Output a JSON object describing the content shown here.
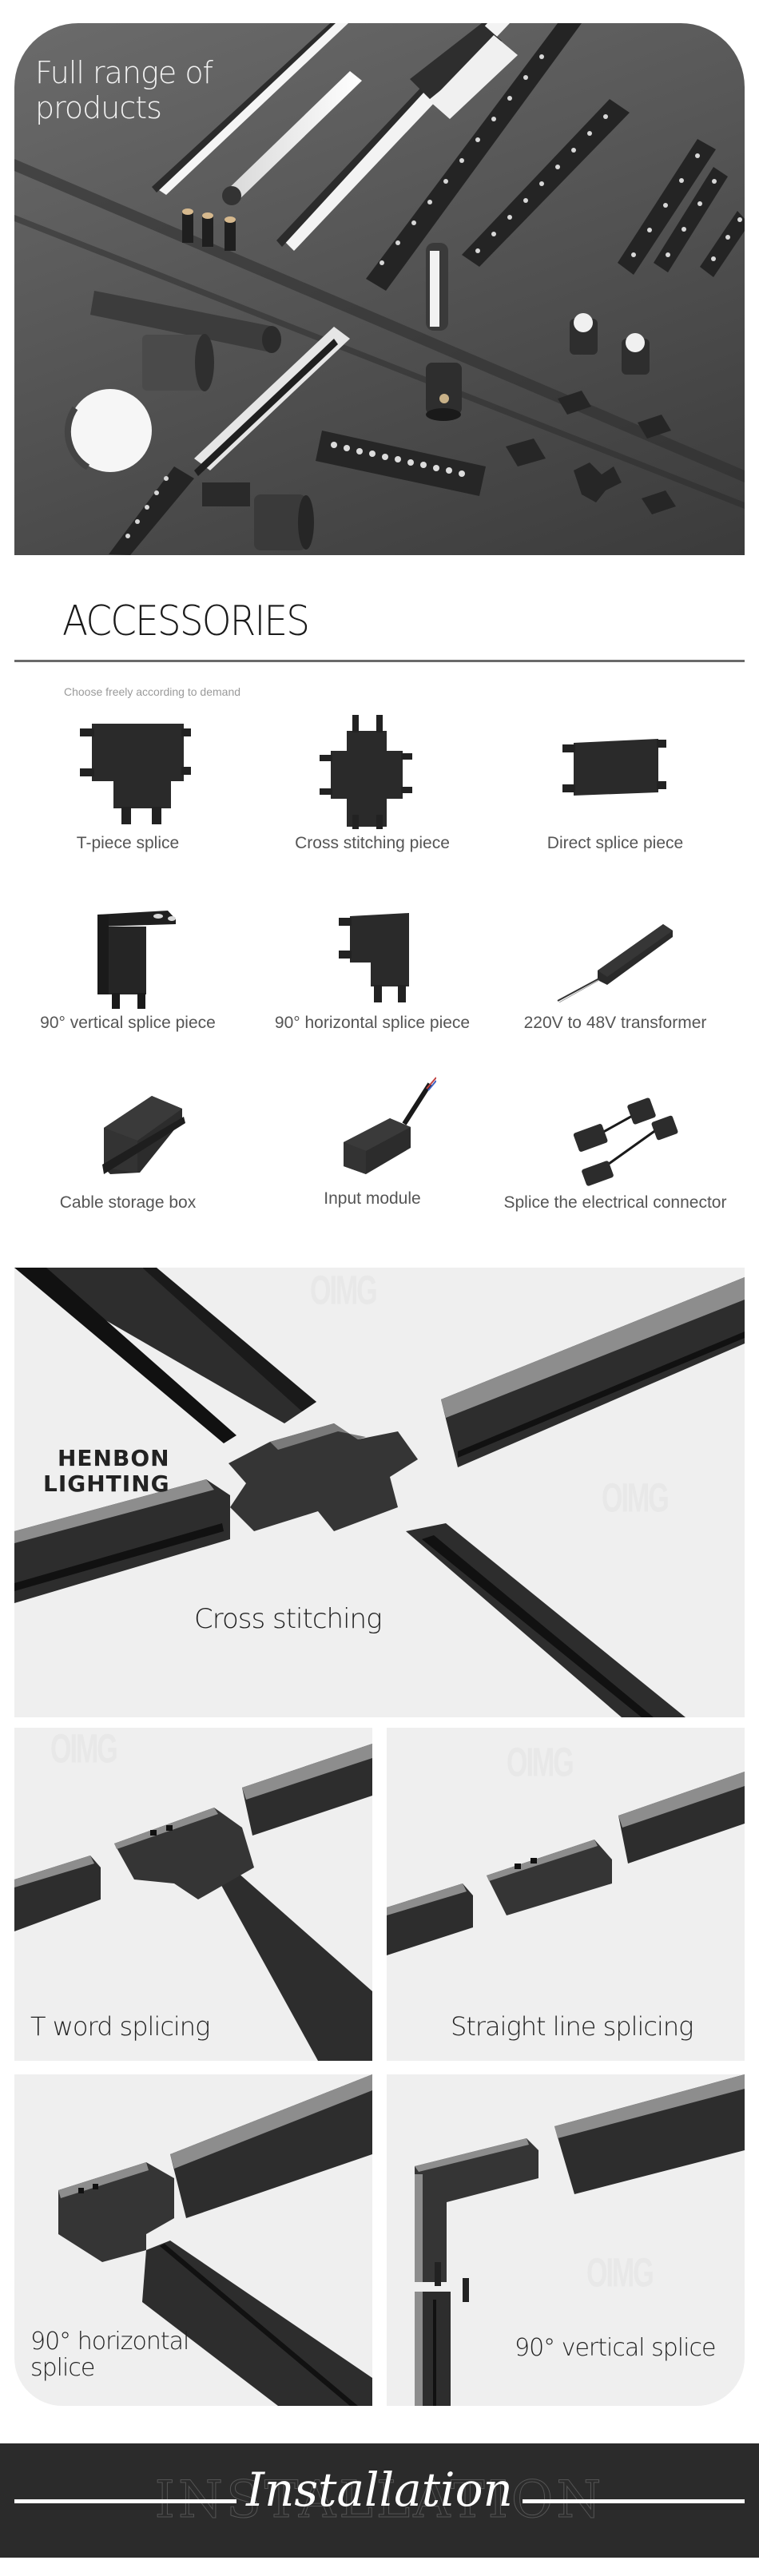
{
  "hero": {
    "title_line1": "Full range of",
    "title_line2": "products",
    "background_color": "#585858"
  },
  "accessories": {
    "title": "ACCESSORIES",
    "subtitle": "Choose freely according to demand",
    "items": [
      {
        "label": "T-piece splice",
        "icon": "t-piece-splice-icon"
      },
      {
        "label": "Cross stitching piece",
        "icon": "cross-stitching-piece-icon"
      },
      {
        "label": "Direct splice piece",
        "icon": "direct-splice-piece-icon"
      },
      {
        "label": "90° vertical splice piece",
        "icon": "vertical-splice-piece-icon"
      },
      {
        "label": "90° horizontal splice piece",
        "icon": "horizontal-splice-piece-icon"
      },
      {
        "label": "220V to 48V transformer",
        "icon": "transformer-icon"
      },
      {
        "label": "Cable storage box",
        "icon": "cable-storage-box-icon"
      },
      {
        "label": "Input module",
        "icon": "input-module-icon"
      },
      {
        "label": "Splice the electrical connector",
        "icon": "electrical-connector-icon"
      }
    ]
  },
  "cross_panel": {
    "brand_line1": "HENBON",
    "brand_line2": "LIGHTING",
    "label": "Cross stitching"
  },
  "splice_panels": [
    {
      "label": "T word splicing"
    },
    {
      "label": "Straight line splicing"
    },
    {
      "label_line1": "90° horizontal",
      "label_line2": "splice"
    },
    {
      "label": "90° vertical splice"
    }
  ],
  "installation": {
    "title": "Installation",
    "ghost_text": "INSTALLATION",
    "background_color": "#2b2b2b"
  },
  "watermark": "OIMG"
}
